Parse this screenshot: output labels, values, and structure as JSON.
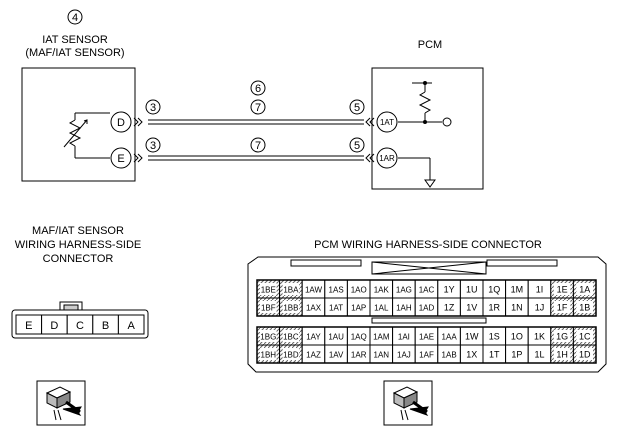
{
  "sensor": {
    "number": "4",
    "title_line1": "IAT SENSOR",
    "title_line2": "(MAF/IAT SENSOR)",
    "terminals": [
      "D",
      "E"
    ]
  },
  "pcm": {
    "title": "PCM",
    "terminals": [
      "1AT",
      "1AR"
    ]
  },
  "wire_markers": {
    "sensor_side": [
      "3",
      "3"
    ],
    "upper_middle": [
      "6",
      "7"
    ],
    "lower_middle": "7",
    "pcm_side": [
      "5",
      "5"
    ]
  },
  "sensor_connector": {
    "caption": [
      "MAF/IAT SENSOR",
      "WIRING HARNESS-SIDE",
      "CONNECTOR"
    ],
    "pins": [
      "E",
      "D",
      "C",
      "B",
      "A"
    ]
  },
  "pcm_connector": {
    "caption": "PCM WIRING HARNESS-SIDE CONNECTOR",
    "block1": {
      "row1": [
        "1BE",
        "1BA",
        "1AW",
        "1AS",
        "1AO",
        "1AK",
        "1AG",
        "1AC",
        "1Y",
        "1U",
        "1Q",
        "1M",
        "1I",
        "1E",
        "1A"
      ],
      "row2": [
        "1BF",
        "1BB",
        "1AX",
        "1AT",
        "1AP",
        "1AL",
        "1AH",
        "1AD",
        "1Z",
        "1V",
        "1R",
        "1N",
        "1J",
        "1F",
        "1B"
      ]
    },
    "block2": {
      "row1": [
        "1BG",
        "1BC",
        "1AY",
        "1AU",
        "1AQ",
        "1AM",
        "1AI",
        "1AE",
        "1AA",
        "1W",
        "1S",
        "1O",
        "1K",
        "1G",
        "1C"
      ],
      "row2": [
        "1BH",
        "1BD",
        "1AZ",
        "1AV",
        "1AR",
        "1AN",
        "1AJ",
        "1AF",
        "1AB",
        "1X",
        "1T",
        "1P",
        "1L",
        "1H",
        "1D"
      ]
    }
  }
}
